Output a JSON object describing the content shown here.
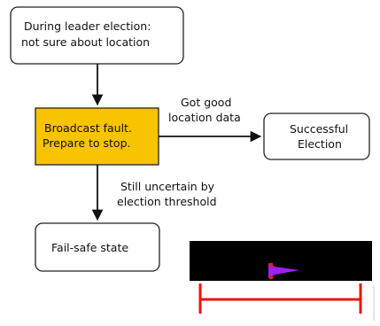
{
  "nodes": {
    "start": {
      "line1": "During leader election:",
      "line2": "not sure about location"
    },
    "broadcast": {
      "line1": "Broadcast fault.",
      "line2": "Prepare to stop.",
      "fill": "#f8c300"
    },
    "success": {
      "line1": "Successful",
      "line2": "Election"
    },
    "failsafe": {
      "line1": "Fail-safe state"
    }
  },
  "edges": {
    "good": {
      "line1": "Got good",
      "line2": "location data"
    },
    "uncertain": {
      "line1": "Still uncertain by",
      "line2": "election threshold"
    }
  },
  "inset": {
    "background": "#000000",
    "marker_color": "#a020f0",
    "dot_color": "#e02020",
    "bracket_color": "#ee1111"
  }
}
